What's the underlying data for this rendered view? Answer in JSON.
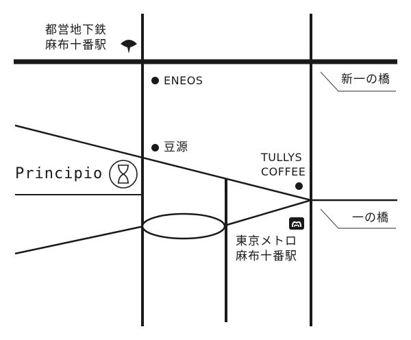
{
  "labels": {
    "toei_station_line1": "都営地下鉄",
    "toei_station_line2": "麻布十番駅",
    "eneos": "ENEOS",
    "mamegen": "豆源",
    "tullys_line1": "TULLYS",
    "tullys_line2": "COFFEE",
    "brand": "Principio",
    "shinnohashi": "新一の橋",
    "ichinohashi": "一の橋",
    "metro_station_line1": "東京メトロ",
    "metro_station_line2": "麻布十番駅"
  },
  "icons": {
    "toei_icon": "ginkgo-leaf-icon",
    "metro_icon": "tokyo-metro-icon",
    "brand_icon": "hourglass-logo-icon",
    "landmark_marker": "dot-marker-icon"
  },
  "colors": {
    "ink": "#1a1a1a",
    "road": "#1a1a1a",
    "callout": "#555555",
    "background": "#ffffff"
  }
}
